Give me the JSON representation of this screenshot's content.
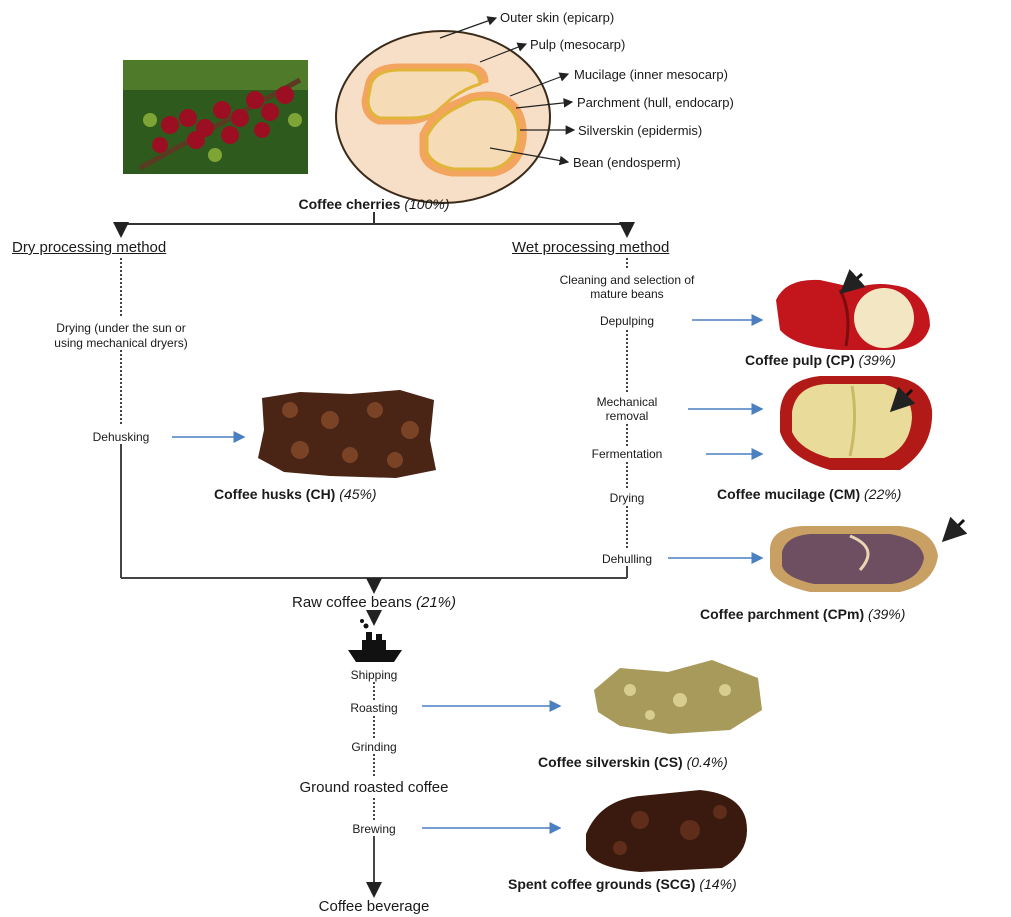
{
  "anatomy": {
    "labels": [
      "Outer skin (epicarp)",
      "Pulp (mesocarp)",
      "Mucilage (inner mesocarp)",
      "Parchment (hull, endocarp)",
      "Silverskin (epidermis)",
      "Bean (endosperm)"
    ]
  },
  "root": {
    "label": "Coffee cherries",
    "pct": "(100%)"
  },
  "dry": {
    "heading": "Dry processing method",
    "steps": [
      "Drying (under the sun or",
      "using mechanical dryers)",
      "Dehusking"
    ],
    "product": {
      "label": "Coffee husks (CH)",
      "pct": "(45%)"
    }
  },
  "wet": {
    "heading": "Wet processing method",
    "steps": [
      "Cleaning and selection of",
      "mature beans",
      "Depulping",
      "Mechanical",
      "removal",
      "Fermentation",
      "Drying",
      "Dehulling"
    ],
    "products": [
      {
        "label": "Coffee pulp (CP)",
        "pct": "(39%)"
      },
      {
        "label": "Coffee mucilage (CM)",
        "pct": "(22%)"
      },
      {
        "label": "Coffee parchment (CPm)",
        "pct": "(39%)"
      }
    ]
  },
  "raw": {
    "label": "Raw coffee beans",
    "pct": "(21%)"
  },
  "downstream": {
    "shipping": "Shipping",
    "roasting": "Roasting",
    "grinding": "Grinding",
    "ground": "Ground roasted coffee",
    "brewing": "Brewing",
    "beverage": "Coffee beverage"
  },
  "byproducts": [
    {
      "label": "Coffee silverskin (CS)",
      "pct": "(0.4%)"
    },
    {
      "label": "Spent coffee grounds (SCG)",
      "pct": "(14%)"
    }
  ],
  "colors": {
    "arrow_blue": "#4a7fc1",
    "cherry_red": "#b5161c",
    "pulp_fill": "#f5dcc2",
    "parchment_orange": "#f0a35a",
    "bean_yellow": "#e8c23a"
  }
}
